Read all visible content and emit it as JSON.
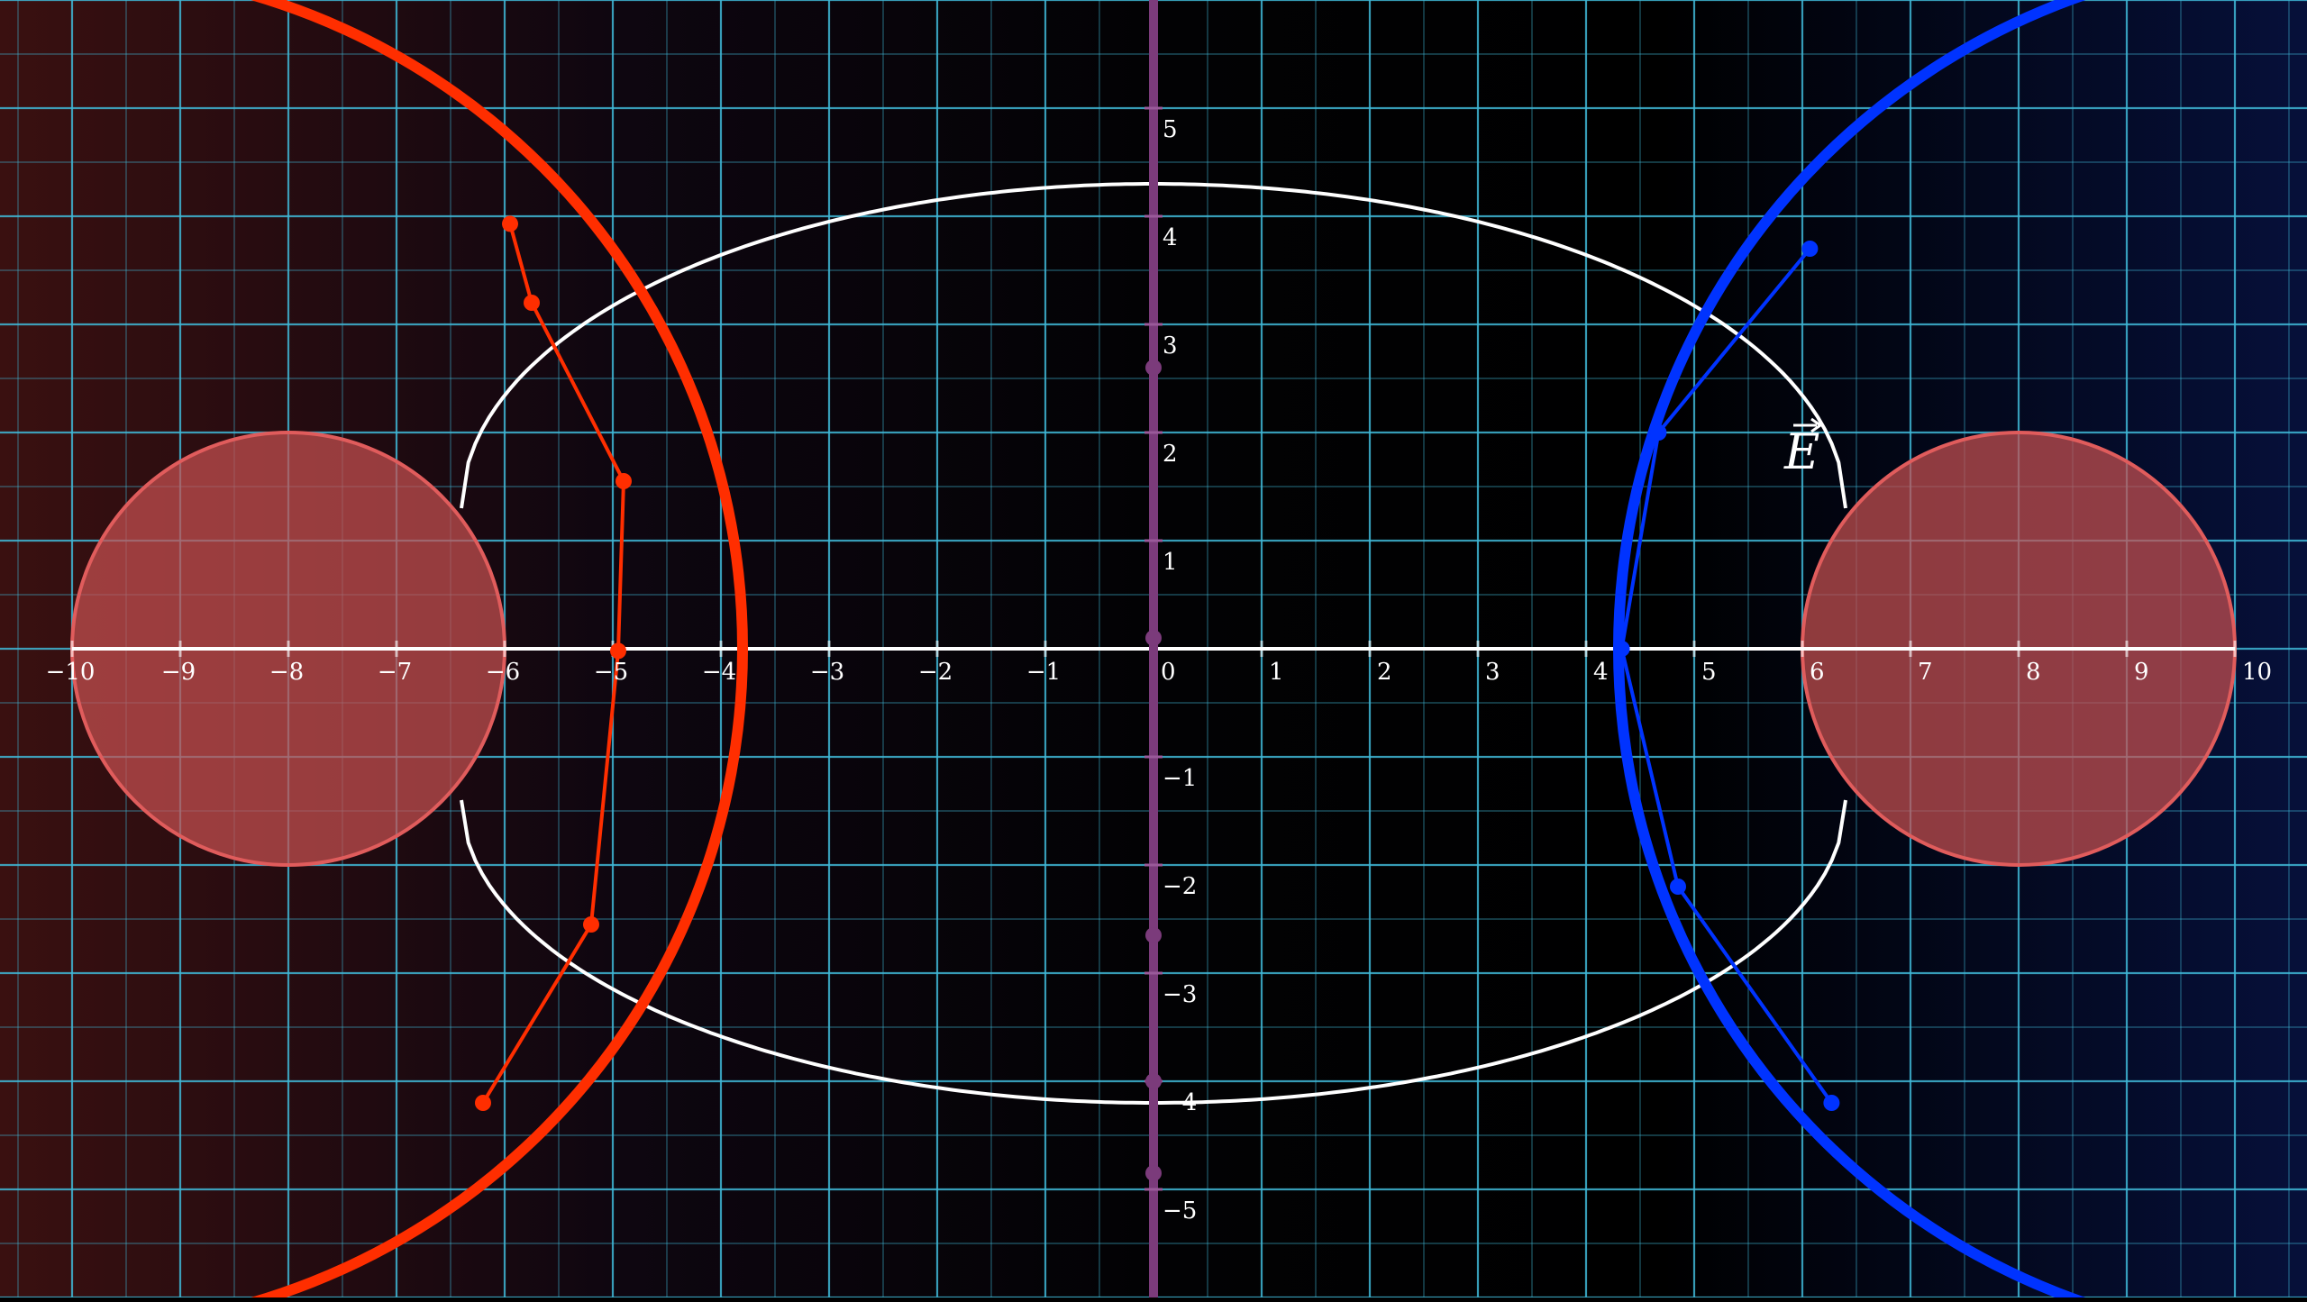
{
  "figure": {
    "x_range": [
      -10.67,
      10.67
    ],
    "y_range": [
      -6,
      6
    ],
    "x_ticks": [
      -10,
      -9,
      -8,
      -7,
      -6,
      -5,
      -4,
      -3,
      -2,
      -1,
      0,
      1,
      2,
      3,
      4,
      5,
      6,
      7,
      8,
      9,
      10
    ],
    "y_ticks": [
      -5,
      -4,
      -3,
      -2,
      -1,
      1,
      2,
      3,
      4,
      5
    ],
    "x_tick_labels": [
      "−10",
      "−9",
      "−8",
      "−7",
      "−6",
      "−5",
      "−4",
      "−3",
      "−2",
      "−1",
      "0",
      "1",
      "2",
      "3",
      "4",
      "5",
      "6",
      "7",
      "8",
      "9",
      "10"
    ],
    "y_tick_labels": [
      "−5",
      "−4",
      "−3",
      "−2",
      "−1",
      "1",
      "2",
      "3",
      "4",
      "5"
    ],
    "grid_step": 0.5,
    "field_label": "E",
    "colors": {
      "grid": "#3fb7d6",
      "axis": "#ffffff",
      "vertical_line": "#7b3b7b",
      "left_curve": "#ff2e00",
      "right_curve": "#0033ff",
      "disk_fill": "#c65050",
      "disk_stroke": "#e05c5c",
      "field_line": "#ffffff",
      "left_background": "#3a1010",
      "right_background": "#06103a"
    },
    "disks": [
      {
        "cx": -8,
        "cy": 0,
        "r": 2
      },
      {
        "cx": 8,
        "cy": 0,
        "r": 2
      }
    ],
    "field_line_top": {
      "x_start": -6.4,
      "x_end": 6.4,
      "peak_y": 4.3,
      "end_y": 1.3
    },
    "field_line_bottom": {
      "x_start": -6.4,
      "x_end": 6.4,
      "peak_y": -4.2,
      "end_y": -1.4
    },
    "left_curve_circle": {
      "cx": -10.1,
      "cy": 0,
      "r": 6.3
    },
    "right_curve_circle": {
      "cx": 10.7,
      "cy": 0,
      "r": 6.4
    },
    "left_points": [
      [
        -5.95,
        3.93
      ],
      [
        -5.75,
        3.2
      ],
      [
        -4.9,
        1.55
      ],
      [
        -4.95,
        -0.02
      ],
      [
        -5.2,
        -2.55
      ],
      [
        -6.2,
        -4.2
      ]
    ],
    "right_points": [
      [
        6.07,
        3.7
      ],
      [
        4.67,
        2.0
      ],
      [
        4.33,
        0.0
      ],
      [
        4.85,
        -2.2
      ],
      [
        6.27,
        -4.2
      ]
    ],
    "vertical_line_points": [
      2.6,
      0.1,
      -2.65,
      -4.0,
      -4.85
    ],
    "left_arrow_path": [
      [
        -5.95,
        3.93
      ],
      [
        -5.75,
        3.2
      ],
      [
        -4.9,
        1.55
      ],
      [
        -4.95,
        -0.02
      ],
      [
        -5.2,
        -2.55
      ],
      [
        -6.2,
        -4.2
      ]
    ],
    "right_arrow_path": [
      [
        6.07,
        3.7
      ],
      [
        4.67,
        2.0
      ],
      [
        4.33,
        0.0
      ],
      [
        4.85,
        -2.2
      ],
      [
        6.27,
        -4.2
      ]
    ]
  }
}
